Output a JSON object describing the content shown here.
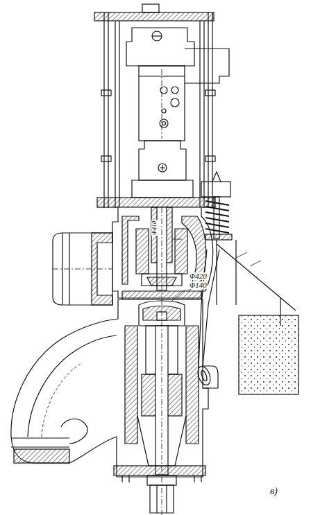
{
  "diagram": {
    "labels": [
      "Φ410",
      "Φ420",
      "Φ140",
      "в)"
    ]
  }
}
